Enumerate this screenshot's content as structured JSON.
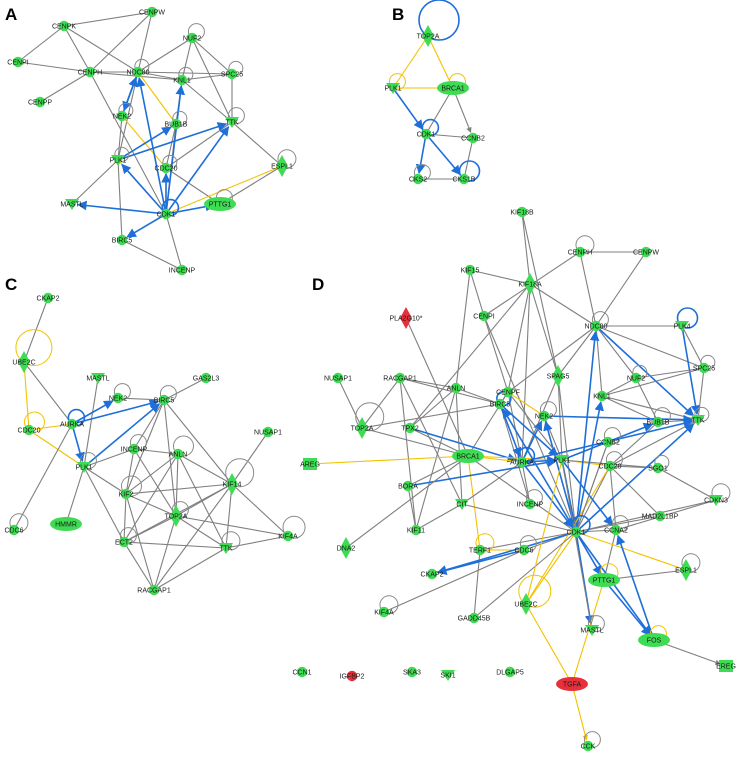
{
  "colors": {
    "node_green": "#3ddc52",
    "node_red": "#e8303a",
    "edge_gray": "#7f7f7f",
    "edge_blue": "#1e6fd9",
    "edge_yellow": "#f2c200",
    "loop_gray": "#8a8a8a"
  },
  "panels": [
    {
      "id": "A",
      "label": "A",
      "nodes": [
        {
          "id": "CENPW",
          "shape": "circle",
          "color": "green"
        },
        {
          "id": "CENPK",
          "shape": "circle",
          "color": "green"
        },
        {
          "id": "NUF2",
          "shape": "circle",
          "color": "green"
        },
        {
          "id": "CENPI",
          "shape": "circle",
          "color": "green"
        },
        {
          "id": "CENPH",
          "shape": "circle",
          "color": "green"
        },
        {
          "id": "NDC80",
          "shape": "circle",
          "color": "green"
        },
        {
          "id": "KNL1",
          "shape": "circle",
          "color": "green"
        },
        {
          "id": "SPC25",
          "shape": "circle",
          "color": "green"
        },
        {
          "id": "CENPP",
          "shape": "circle",
          "color": "green"
        },
        {
          "id": "NEK2",
          "shape": "circle",
          "color": "green"
        },
        {
          "id": "BUB1B",
          "shape": "circle",
          "color": "green"
        },
        {
          "id": "TTK",
          "shape": "triangle",
          "color": "green"
        },
        {
          "id": "PLK1",
          "shape": "triangle",
          "color": "green"
        },
        {
          "id": "CDC20",
          "shape": "circle",
          "color": "green"
        },
        {
          "id": "ESPL1",
          "shape": "diamond",
          "color": "green"
        },
        {
          "id": "MASTL",
          "shape": "triangle",
          "color": "green"
        },
        {
          "id": "CDK1",
          "shape": "circle",
          "color": "green"
        },
        {
          "id": "PTTG1",
          "shape": "ellipse",
          "color": "green"
        },
        {
          "id": "BIRC5",
          "shape": "circle",
          "color": "green"
        },
        {
          "id": "INCENP",
          "shape": "circle",
          "color": "green"
        }
      ]
    },
    {
      "id": "B",
      "label": "B",
      "nodes": [
        {
          "id": "TOP2A",
          "shape": "diamond",
          "color": "green"
        },
        {
          "id": "PLK1",
          "shape": "triangle",
          "color": "green"
        },
        {
          "id": "BRCA1",
          "shape": "ellipse",
          "color": "green"
        },
        {
          "id": "CDK1",
          "shape": "circle",
          "color": "green"
        },
        {
          "id": "CCNB2",
          "shape": "circle",
          "color": "green"
        },
        {
          "id": "CKS2",
          "shape": "circle",
          "color": "green"
        },
        {
          "id": "CKS1B",
          "shape": "circle",
          "color": "green"
        }
      ]
    },
    {
      "id": "C",
      "label": "C",
      "nodes": [
        {
          "id": "CKAP2",
          "shape": "circle",
          "color": "green"
        },
        {
          "id": "UBE2C",
          "shape": "diamond",
          "color": "green"
        },
        {
          "id": "MASTL",
          "shape": "triangle",
          "color": "green"
        },
        {
          "id": "GAS2L3",
          "shape": "circle",
          "color": "green"
        },
        {
          "id": "NEK2",
          "shape": "circle",
          "color": "green"
        },
        {
          "id": "BIRC5",
          "shape": "circle",
          "color": "green"
        },
        {
          "id": "CDC20",
          "shape": "circle",
          "color": "green"
        },
        {
          "id": "AURKA",
          "shape": "circle",
          "color": "green"
        },
        {
          "id": "NUSAP1",
          "shape": "circle",
          "color": "green"
        },
        {
          "id": "INCENP",
          "shape": "circle",
          "color": "green"
        },
        {
          "id": "ANLN",
          "shape": "circle",
          "color": "green"
        },
        {
          "id": "PLK1",
          "shape": "triangle",
          "color": "green"
        },
        {
          "id": "KIF14",
          "shape": "diamond",
          "color": "green"
        },
        {
          "id": "KIF2",
          "shape": "circle",
          "color": "green"
        },
        {
          "id": "TOP2A",
          "shape": "diamond",
          "color": "green"
        },
        {
          "id": "HMMR",
          "shape": "ellipse",
          "color": "green"
        },
        {
          "id": "CDC6",
          "shape": "circle",
          "color": "green"
        },
        {
          "id": "ECT2",
          "shape": "circle",
          "color": "green"
        },
        {
          "id": "TTK",
          "shape": "triangle",
          "color": "green"
        },
        {
          "id": "KIF4A",
          "shape": "circle",
          "color": "green"
        },
        {
          "id": "RACGAP1",
          "shape": "circle",
          "color": "green"
        }
      ]
    },
    {
      "id": "D",
      "label": "D",
      "nodes": [
        {
          "id": "KIF18B",
          "shape": "circle",
          "color": "green"
        },
        {
          "id": "CENPH",
          "shape": "circle",
          "color": "green"
        },
        {
          "id": "CENPW",
          "shape": "circle",
          "color": "green"
        },
        {
          "id": "KIF15",
          "shape": "circle",
          "color": "green"
        },
        {
          "id": "KIF18A",
          "shape": "diamond",
          "color": "green"
        },
        {
          "id": "PLA2G10*",
          "shape": "diamond",
          "color": "red"
        },
        {
          "id": "NDC80",
          "shape": "circle",
          "color": "green"
        },
        {
          "id": "CENPI",
          "shape": "circle",
          "color": "green"
        },
        {
          "id": "PLK4",
          "shape": "triangle",
          "color": "green"
        },
        {
          "id": "NUSAP1",
          "shape": "circle",
          "color": "green"
        },
        {
          "id": "RACGAP1",
          "shape": "circle",
          "color": "green"
        },
        {
          "id": "CENPF",
          "shape": "circle",
          "color": "green"
        },
        {
          "id": "SPAG5",
          "shape": "diamond",
          "color": "green"
        },
        {
          "id": "NUF2",
          "shape": "circle",
          "color": "green"
        },
        {
          "id": "SPC25",
          "shape": "circle",
          "color": "green"
        },
        {
          "id": "ANLN",
          "shape": "circle",
          "color": "green"
        },
        {
          "id": "BIRC5",
          "shape": "circle",
          "color": "green"
        },
        {
          "id": "NEK2",
          "shape": "circle",
          "color": "green"
        },
        {
          "id": "KNL1",
          "shape": "circle",
          "color": "green"
        },
        {
          "id": "BUB1B",
          "shape": "circle",
          "color": "green"
        },
        {
          "id": "TTK",
          "shape": "triangle",
          "color": "green"
        },
        {
          "id": "TOP2A",
          "shape": "diamond",
          "color": "green"
        },
        {
          "id": "TPX2",
          "shape": "circle",
          "color": "green"
        },
        {
          "id": "CCNB2",
          "shape": "circle",
          "color": "green"
        },
        {
          "id": "AREG",
          "shape": "square",
          "color": "green"
        },
        {
          "id": "BRCA1",
          "shape": "ellipse",
          "color": "green"
        },
        {
          "id": "AURKA",
          "shape": "circle",
          "color": "green"
        },
        {
          "id": "PLK1",
          "shape": "triangle",
          "color": "green"
        },
        {
          "id": "CDC20",
          "shape": "circle",
          "color": "green"
        },
        {
          "id": "SGO1",
          "shape": "circle",
          "color": "green"
        },
        {
          "id": "BORA",
          "shape": "circle",
          "color": "green"
        },
        {
          "id": "CDKN3",
          "shape": "triangle",
          "color": "green"
        },
        {
          "id": "INCENP",
          "shape": "circle",
          "color": "green"
        },
        {
          "id": "MAD2L1BP",
          "shape": "circle",
          "color": "green"
        },
        {
          "id": "CIT",
          "shape": "triangle",
          "color": "green"
        },
        {
          "id": "KIF11",
          "shape": "circle",
          "color": "green"
        },
        {
          "id": "CCNA2",
          "shape": "circle",
          "color": "green"
        },
        {
          "id": "DNA2",
          "shape": "diamond",
          "color": "green"
        },
        {
          "id": "TERF1",
          "shape": "circle",
          "color": "green"
        },
        {
          "id": "CDC6",
          "shape": "circle",
          "color": "green"
        },
        {
          "id": "CDK1",
          "shape": "circle",
          "color": "green"
        },
        {
          "id": "CKAP2",
          "shape": "circle",
          "color": "green"
        },
        {
          "id": "ESPL1",
          "shape": "diamond",
          "color": "green"
        },
        {
          "id": "PTTG1",
          "shape": "ellipse",
          "color": "green"
        },
        {
          "id": "UBE2C",
          "shape": "diamond",
          "color": "green"
        },
        {
          "id": "KIF4A",
          "shape": "circle",
          "color": "green"
        },
        {
          "id": "GADD45B",
          "shape": "circle",
          "color": "green"
        },
        {
          "id": "MASTL",
          "shape": "triangle",
          "color": "green"
        },
        {
          "id": "FOS",
          "shape": "ellipse",
          "color": "green"
        },
        {
          "id": "EREG",
          "shape": "square",
          "color": "green"
        },
        {
          "id": "CCN1",
          "shape": "circle",
          "color": "green"
        },
        {
          "id": "IGFBP2",
          "shape": "circle",
          "color": "red"
        },
        {
          "id": "SKA3",
          "shape": "circle",
          "color": "green"
        },
        {
          "id": "SKI1",
          "shape": "triangle",
          "color": "green"
        },
        {
          "id": "DLGAP5",
          "shape": "circle",
          "color": "green"
        },
        {
          "id": "TGFA",
          "shape": "ellipse",
          "color": "red"
        },
        {
          "id": "CCK",
          "shape": "circle",
          "color": "green"
        }
      ]
    }
  ]
}
